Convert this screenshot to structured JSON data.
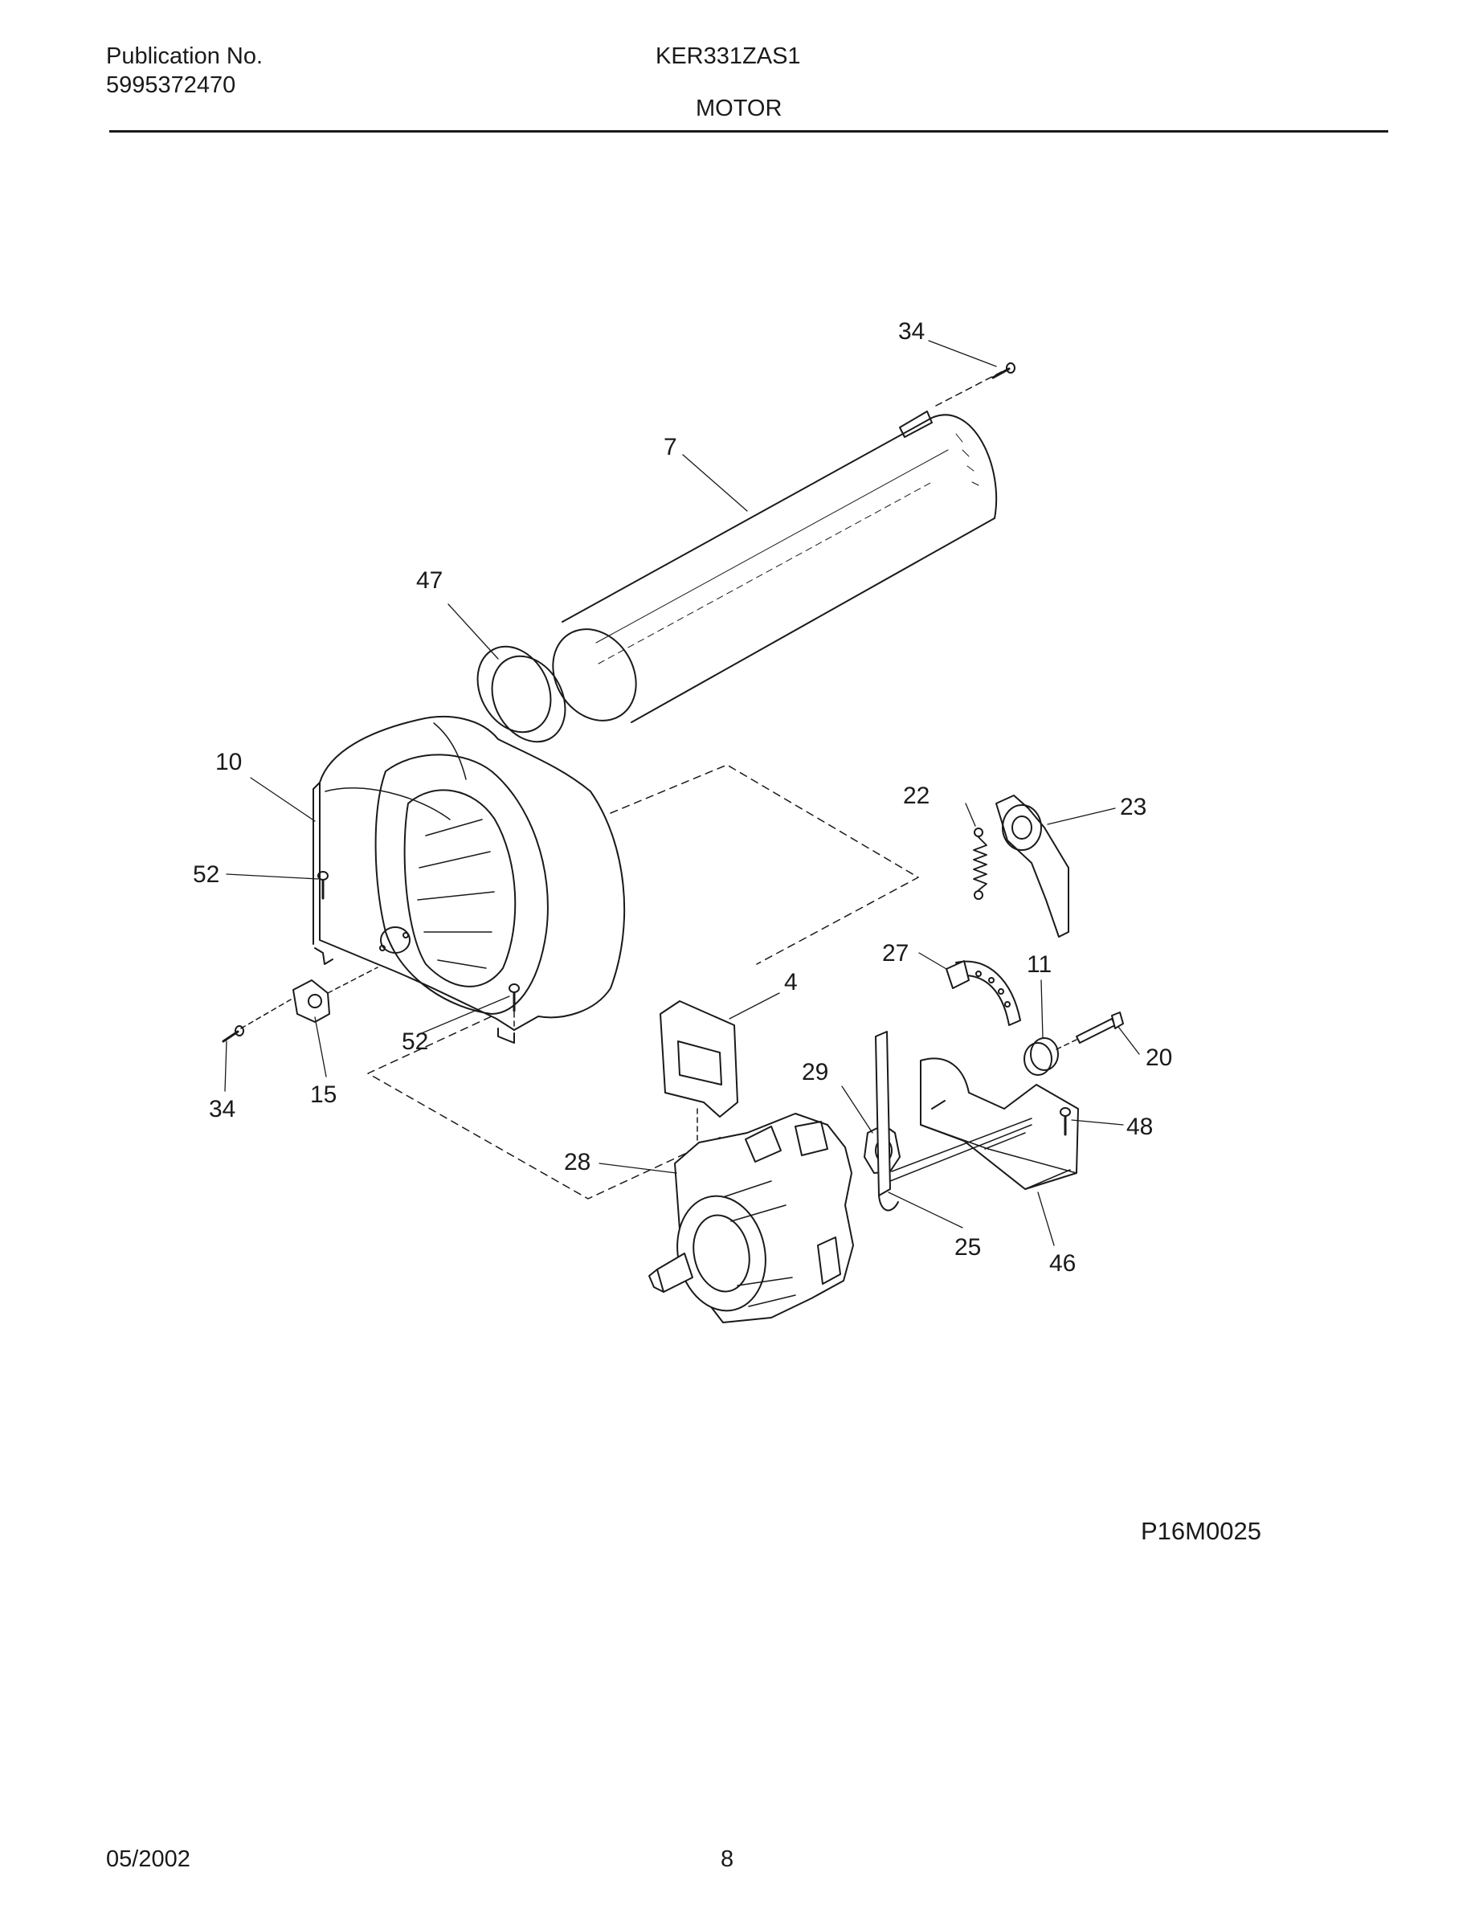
{
  "header": {
    "publication_label": "Publication No.",
    "publication_number": "5995372470",
    "model": "KER331ZAS1",
    "section_title": "MOTOR"
  },
  "diagram": {
    "callouts": [
      "34",
      "7",
      "47",
      "10",
      "52",
      "22",
      "23",
      "27",
      "4",
      "11",
      "52",
      "20",
      "29",
      "48",
      "34",
      "15",
      "28",
      "25",
      "46"
    ]
  },
  "figure_code": "P16M0025",
  "footer": {
    "date": "05/2002",
    "page": "8"
  }
}
